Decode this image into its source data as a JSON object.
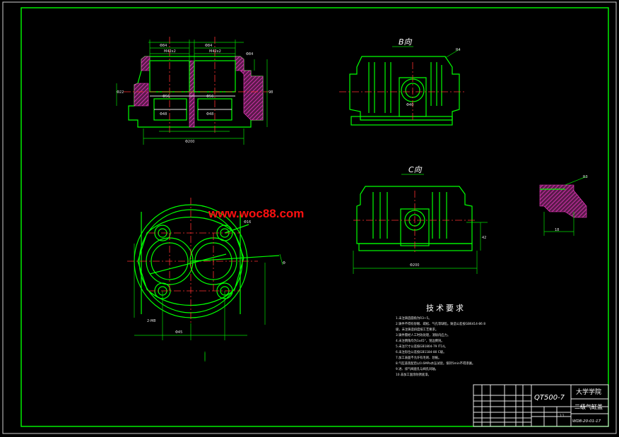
{
  "watermark": "www.woc88.com",
  "views": {
    "b_view_label": "B向",
    "c_view_label": "C向"
  },
  "technical_requirements": {
    "title": "技术要求",
    "lines": [
      "1.未注铸造圆角为R3~5。",
      "2.铸件不得有砂眼、疏松、气孔等缺陷，铸造公差按GB6414-86 8",
      "  级，未注铸造斜度按工艺要求。",
      "3.铸件需经人工时效处理，消除内应力。",
      "4.未注倒角均为1x45°，锐边倒钝。",
      "5.未注尺寸公差按GB1804-79 IT14。",
      "6.未注形位公差按GB1184-80 C级。",
      "7.加工表面不允许有毛刺、划痕。",
      "8.气缸盖装配后以0.6MPa水压试验，保持5min不得渗漏。",
      "9.进、排气阀座孔与阀孔同轴。",
      "10.非加工面涂防锈底漆。"
    ]
  },
  "title_block": {
    "material": "QT500-7",
    "organization": "大学学院",
    "part_name": "二级气缸盖",
    "drawing_number": "WD8-20-01-17",
    "scale": "1:1"
  },
  "colors": {
    "background": "#000000",
    "border": "#00ff00",
    "outline": "#00ff00",
    "centerline": "#ff3030",
    "hatch": "#ff3ad0",
    "dimension": "#00e000",
    "watermark": "#ff1010"
  }
}
